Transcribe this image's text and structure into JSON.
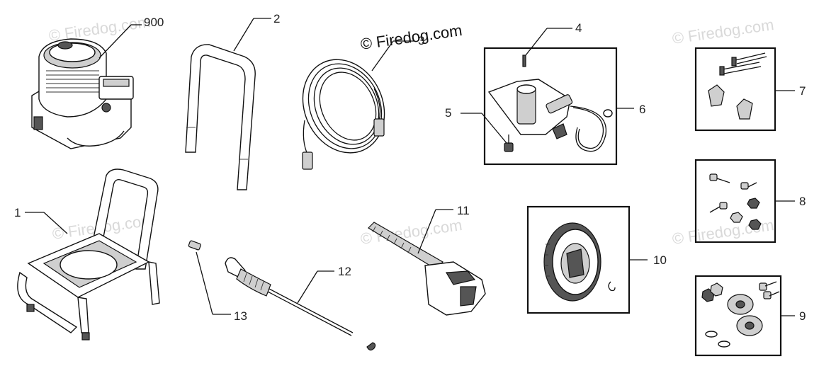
{
  "watermark": {
    "main": "© Firedog.com",
    "faint": "© Firedog.com"
  },
  "callouts": {
    "engine": "900",
    "handle": "2",
    "hose": "3",
    "pin": "4",
    "valve": "5",
    "pump": "6",
    "handle_hardware": "7",
    "hardware_kit": "8",
    "wheel_kit": "9",
    "wheel": "10",
    "gun": "11",
    "lance": "12",
    "nozzle": "13",
    "frame": "1"
  }
}
